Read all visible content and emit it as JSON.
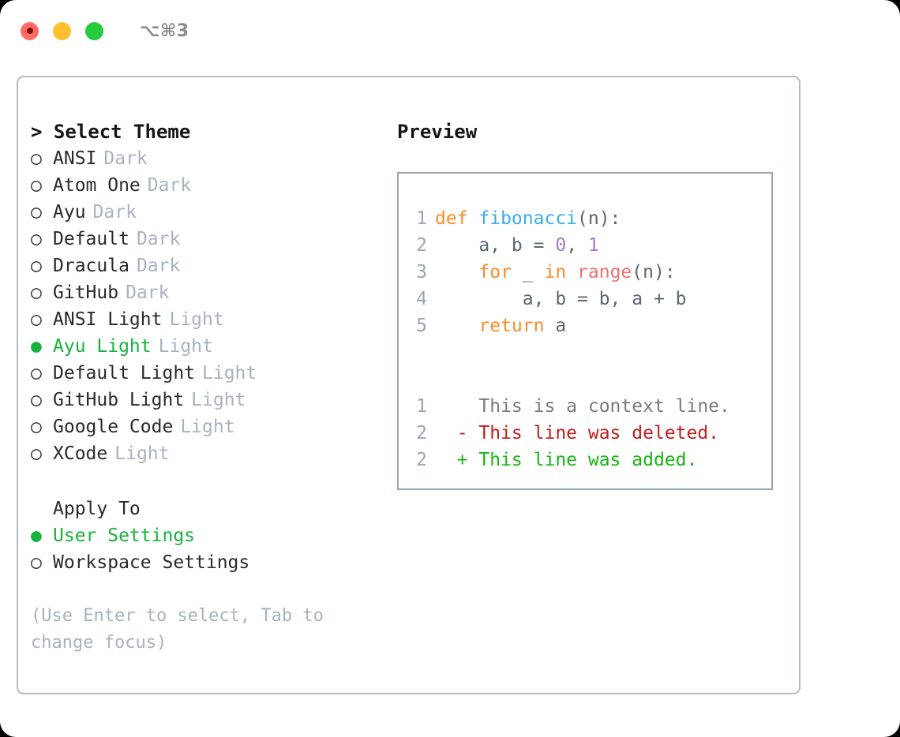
{
  "titlebar": {
    "shortcut": "⌥⌘3",
    "buttons": [
      {
        "name": "close",
        "color": "#ff6b62"
      },
      {
        "name": "minimize",
        "color": "#ffbe2e"
      },
      {
        "name": "maximize",
        "color": "#25cc3f"
      }
    ]
  },
  "theme_section": {
    "header": "> Select Theme",
    "items": [
      {
        "marker": "○",
        "label": "ANSI",
        "tag": "Dark",
        "selected": false
      },
      {
        "marker": "○",
        "label": "Atom One",
        "tag": "Dark",
        "selected": false
      },
      {
        "marker": "○",
        "label": "Ayu",
        "tag": "Dark",
        "selected": false
      },
      {
        "marker": "○",
        "label": "Default",
        "tag": "Dark",
        "selected": false
      },
      {
        "marker": "○",
        "label": "Dracula",
        "tag": "Dark",
        "selected": false
      },
      {
        "marker": "○",
        "label": "GitHub",
        "tag": "Dark",
        "selected": false
      },
      {
        "marker": "○",
        "label": "ANSI Light",
        "tag": "Light",
        "selected": false
      },
      {
        "marker": "●",
        "label": "Ayu Light",
        "tag": "Light",
        "selected": true
      },
      {
        "marker": "○",
        "label": "Default Light",
        "tag": "Light",
        "selected": false
      },
      {
        "marker": "○",
        "label": "GitHub Light",
        "tag": "Light",
        "selected": false
      },
      {
        "marker": "○",
        "label": "Google Code",
        "tag": "Light",
        "selected": false
      },
      {
        "marker": "○",
        "label": "XCode",
        "tag": "Light",
        "selected": false
      }
    ]
  },
  "apply_section": {
    "header": "Apply To",
    "items": [
      {
        "marker": "●",
        "label": "User Settings",
        "selected": true
      },
      {
        "marker": "○",
        "label": "Workspace Settings",
        "selected": false
      }
    ]
  },
  "hint": "(Use Enter to select, Tab to change focus)",
  "preview": {
    "title": "Preview",
    "code_lines": [
      {
        "no": "1",
        "tokens": [
          {
            "t": "def ",
            "c": "kw"
          },
          {
            "t": "fibonacci",
            "c": "fn"
          },
          {
            "t": "(n):",
            "c": "pl"
          }
        ]
      },
      {
        "no": "2",
        "tokens": [
          {
            "t": "    a, b = ",
            "c": "pl"
          },
          {
            "t": "0",
            "c": "num"
          },
          {
            "t": ", ",
            "c": "pl"
          },
          {
            "t": "1",
            "c": "num"
          }
        ]
      },
      {
        "no": "3",
        "tokens": [
          {
            "t": "    ",
            "c": "pl"
          },
          {
            "t": "for",
            "c": "kw"
          },
          {
            "t": " _ ",
            "c": "pl"
          },
          {
            "t": "in",
            "c": "kw"
          },
          {
            "t": " ",
            "c": "pl"
          },
          {
            "t": "range",
            "c": "bi"
          },
          {
            "t": "(n):",
            "c": "pl"
          }
        ]
      },
      {
        "no": "4",
        "tokens": [
          {
            "t": "        a, b = b, a + b",
            "c": "pl"
          }
        ]
      },
      {
        "no": "5",
        "tokens": [
          {
            "t": "    ",
            "c": "pl"
          },
          {
            "t": "return",
            "c": "kw"
          },
          {
            "t": " a",
            "c": "pl"
          }
        ]
      }
    ],
    "diff_lines": [
      {
        "no": "1",
        "sign": " ",
        "text": "This is a context line.",
        "kind": "ctx"
      },
      {
        "no": "2",
        "sign": "-",
        "text": "This line was deleted.",
        "kind": "del"
      },
      {
        "no": "2",
        "sign": "+",
        "text": "This line was added.",
        "kind": "add"
      }
    ]
  },
  "colors": {
    "accent_green": "#17b23e",
    "muted": "#a8b2c1",
    "border": "#b3bcc9",
    "panel_border": "#9aa6b5",
    "keyword": "#fa8d28",
    "function": "#38afef",
    "number": "#a37acc",
    "builtin": "#f07171",
    "diff_delete": "#c41d1d",
    "diff_add": "#17b712"
  }
}
